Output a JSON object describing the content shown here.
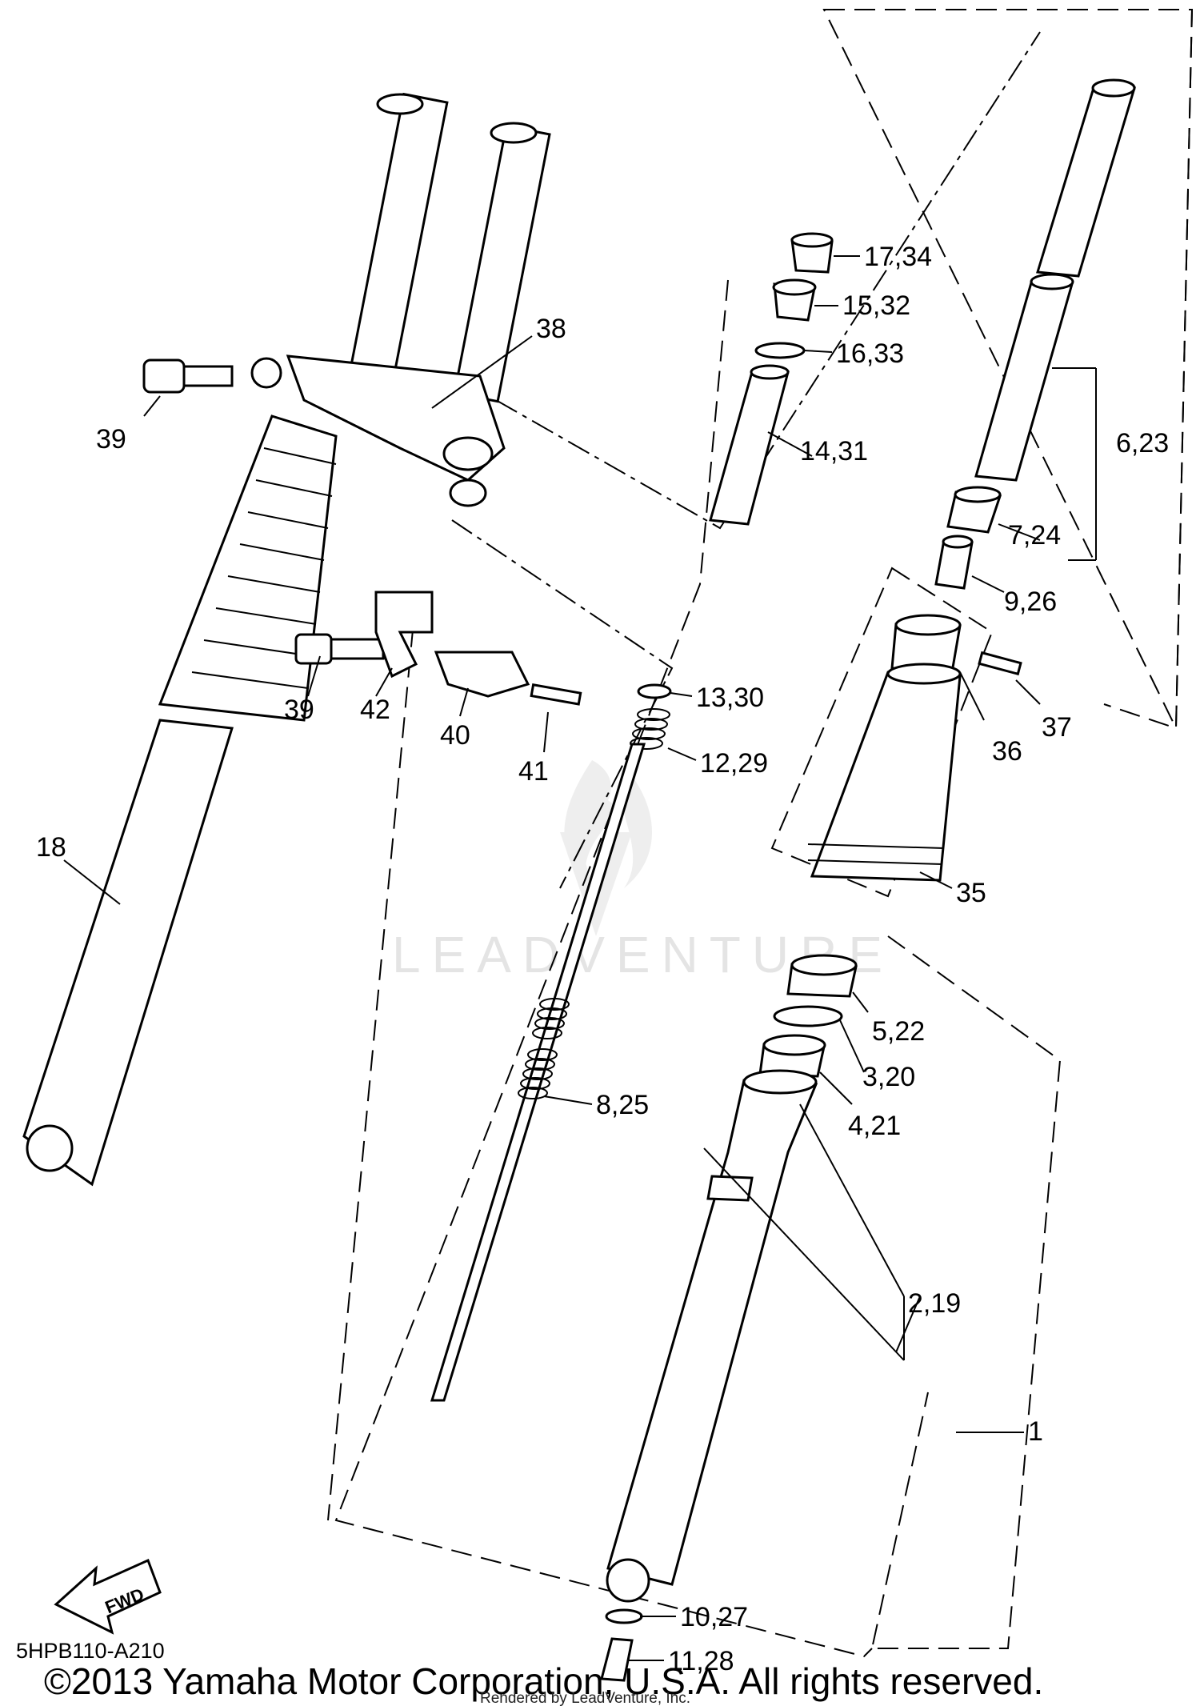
{
  "diagram": {
    "callouts": {
      "c1": "1",
      "c2": "2,19",
      "c3": "3,20",
      "c4": "4,21",
      "c5": "5,22",
      "c6": "6,23",
      "c7": "7,24",
      "c8": "8,25",
      "c9": "9,26",
      "c10": "10,27",
      "c11": "11,28",
      "c12": "12,29",
      "c13": "13,30",
      "c14": "14,31",
      "c15": "15,32",
      "c16": "16,33",
      "c17": "17,34",
      "c18": "18",
      "c35": "35",
      "c36": "36",
      "c37": "37",
      "c38": "38",
      "c39a": "39",
      "c39b": "39",
      "c40": "40",
      "c41": "41",
      "c42": "42"
    },
    "fwd_label": "FWD",
    "diagram_code": "5HPB110-A210",
    "copyright": "©2013 Yamaha Motor Corporation, U.S.A. All rights reserved.",
    "rendered_by": "Rendered by LeadVenture, Inc.",
    "watermark": "LEADVENTURE"
  }
}
